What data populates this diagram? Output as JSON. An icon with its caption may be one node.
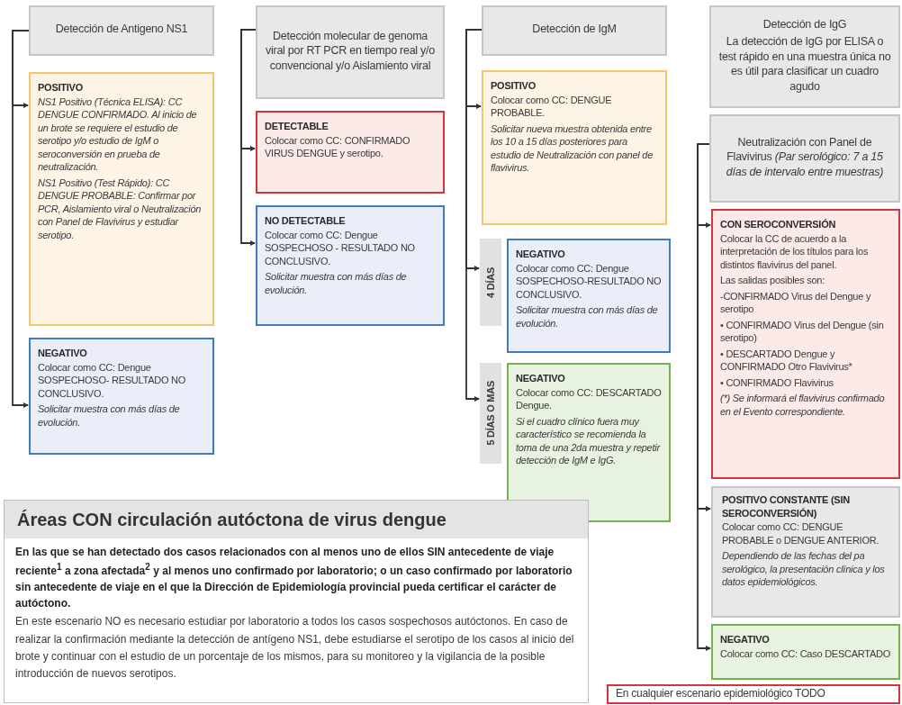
{
  "diagram": {
    "nodes": [
      {
        "text": [
          "Detección de Antigeno NS1"
        ]
      },
      {
        "text": [
          "POSITIVO",
          "NS1 Positivo (Técnica ELISA): CC DENGUE CONFIRMADO. Al inicio de un brote se requiere el estudio de serotipo y/o estudio de IgM o seroconversión en prueba de neutralización.",
          "NS1 Positivo (Test Rápido): CC DENGUE PROBABLE: Confirmar por PCR, Aislamiento viral o Neutralización con Panel de Flavivirus y estudiar serotipo."
        ]
      },
      {
        "text": [
          "NEGATIVO",
          "Colocar como CC: Dengue SOSPECHOSO- RESULTADO NO CONCLUSIVO.",
          "Solicitar muestra con más días de evolución."
        ]
      },
      {
        "text": [
          "Detección molecular de genoma viral por RT PCR en tiempo real y/o convencional y/o Aislamiento viral"
        ]
      },
      {
        "text": [
          "DETECTABLE",
          "Colocar como CC: CONFIRMADO VIRUS DENGUE y serotipo."
        ]
      },
      {
        "text": [
          "NO DETECTABLE",
          "Colocar como CC: Dengue SOSPECHOSO - RESULTADO NO CONCLUSIVO.",
          "Solicitar muestra con más días de evolución."
        ]
      },
      {
        "text": [
          "Detección de IgM"
        ]
      },
      {
        "text": [
          "POSITIVO",
          "Colocar como CC: DENGUE PROBABLE.",
          "Solicitar nueva muestra obtenida entre los 10 a 15 días posteriores para estudio de Neutralización con panel de flavivirus."
        ]
      },
      {
        "text": [
          "4 DÍAS"
        ]
      },
      {
        "text": [
          "NEGATIVO",
          "Colocar como CC: Dengue SOSPECHOSO-RESULTADO NO CONCLUSIVO.",
          "Solicitar muestra con más días de evolución."
        ]
      },
      {
        "text": [
          "5 DÍAS O MAS"
        ]
      },
      {
        "text": [
          "NEGATIVO",
          "Colocar como CC: DESCARTADO Dengue.",
          "Si el cuadro clínico fuera muy característico se recomienda la toma de una 2da muestra y repetir detección de IgM e IgG."
        ]
      },
      {
        "text": [
          "Detección de IgG",
          "La detección de IgG por ELISA o test rápido en una muestra única no es útil para clasificar un cuadro agudo"
        ]
      },
      {
        "text": [
          "Neutralización con Panel de Flavivirus *(Par serológico: 7 a 15 días de intervalo entre muestras)*"
        ]
      },
      {
        "text": [
          "CON SEROCONVERSIÓN",
          "Colocar la CC de acuerdo a la interpretación de los títulos para los distintos flavivirus del panel.",
          "Las salidas posibles son:",
          "-CONFIRMADO Virus del Dengue y serotipo",
          "• CONFIRMADO Virus del Dengue (sin serotipo)",
          "• DESCARTADO Dengue y CONFIRMADO Otro Flavivirus*",
          "• CONFIRMADO Flavivirus",
          "(*) Se informará el flavivirus confirmado en el Evento correspondiente."
        ]
      },
      {
        "text": [
          "POSITIVO CONSTANTE (SIN SEROCONVERSIÓN)",
          "Colocar como CC: DENGUE PROBABLE o DENGUE ANTERIOR.",
          "Dependiendo de las fechas del pa serológico, la presentación clínica y los datos epidemiológicos."
        ]
      },
      {
        "text": [
          "NEGATIVO",
          "Colocar como CC: Caso DESCARTADO"
        ]
      },
      {
        "text": [
          "Áreas CON circulación autóctona de virus dengue",
          "En las que se han detectado dos casos relacionados con al menos uno de ellos SIN antecedente de viaje reciente$^{1}$ a zona afectada$^{2}$ y al menos uno confirmado por laboratorio; o un caso confirmado por laboratorio sin antecedente de viaje en el que la Dirección de Epidemiología provincial pueda certificar el carácter de autóctono.",
          "En este escenario NO es necesario estudiar por laboratorio a todos los casos sospechosos autóctonos. En caso de realizar la confirmación mediante la detección de antígeno NS1, debe estudiarse el serotipo de los casos al inicio del brote y continuar con el estudio de un porcentaje de los mismos, para su monitoreo y la vigilancia de la posible introducción de nuevos serotipos."
        ]
      },
      {
        "text": [
          "En cualquier escenario epidemiológico TODO"
        ]
      }
    ],
    "edges": [
      {
        "from": 0,
        "to": 1,
        "arrow": "to"
      },
      {
        "from": 0,
        "to": 2,
        "arrow": "to"
      },
      {
        "from": 3,
        "to": 4,
        "arrow": "to"
      },
      {
        "from": 3,
        "to": 5,
        "arrow": "to"
      },
      {
        "from": 6,
        "to": 7,
        "arrow": "to"
      },
      {
        "from": 6,
        "to": 8,
        "arrow": "to"
      },
      {
        "from": 6,
        "to": 10,
        "arrow": "to"
      },
      {
        "from": 13,
        "to": 14,
        "arrow": "to"
      },
      {
        "from": 13,
        "to": 15,
        "arrow": "to"
      },
      {
        "from": 13,
        "to": 16,
        "arrow": "to"
      }
    ]
  }
}
